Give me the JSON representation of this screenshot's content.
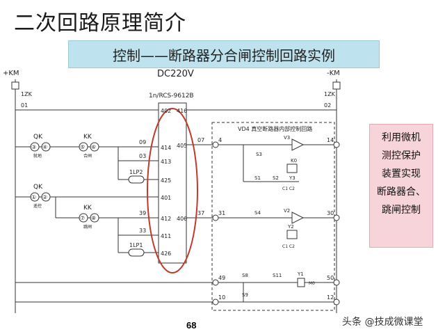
{
  "title": "二次回路原理简介",
  "banner": "控制——断路器分合闸控制回路实例",
  "diagram": {
    "bus_left": "+KM",
    "bus_right": "-KM",
    "supply": "DC220V",
    "fuse_left": "1ZK",
    "fuse_right": "1ZK",
    "wire_01": "01",
    "wire_02": "02",
    "device_label": "1n/RCS-9612B",
    "terminals_left": [
      "402",
      "414",
      "413",
      "425",
      "401",
      "412",
      "411",
      "426"
    ],
    "terminals_right": [
      "416",
      "405",
      "406"
    ],
    "qk1": "QK",
    "qk1_contacts": [
      "③",
      "④"
    ],
    "qk1_note": "就地",
    "qk2": "QK",
    "qk2_contacts": [
      "①",
      "②"
    ],
    "qk2_note": "遥控",
    "kk1": "KK",
    "kk1_contacts": [
      "⑤",
      "⑥"
    ],
    "kk1_note": "合闸",
    "kk2": "KK",
    "kk2_contacts": [
      "⑦",
      "⑧"
    ],
    "kk2_note": "跳闸",
    "lp_close": "1LP2",
    "lp_trip": "1LP1",
    "wire_09": "09",
    "wire_03": "03",
    "wire_39": "39",
    "wire_33": "33",
    "wire_07": "07",
    "wire_37": "37",
    "vd4_title": "VD4 真空断路器内部控制回路",
    "t4": "4",
    "t14": "14",
    "t31": "31",
    "t30": "30",
    "t49": "49",
    "t10": "10",
    "t50": "50",
    "t12": "12",
    "v3": "V3",
    "v2": "V2",
    "y1": "Y1",
    "y2": "Y2",
    "y3": "Y3",
    "s1": "S1",
    "s2": "S2",
    "s3": "S3",
    "s4": "S4",
    "s8": "S8",
    "s9": "S9",
    "s11": "S11",
    "k0": "K0",
    "c1c2_a": "C1 C2",
    "c1c2_b": "C1 C2",
    "m0": "M0"
  },
  "side_note": [
    "利用微机",
    "测控保护",
    "装置实现",
    "断路器合、",
    "跳闸控制"
  ],
  "page_number": "68",
  "watermark": "头条 @技成微课堂"
}
